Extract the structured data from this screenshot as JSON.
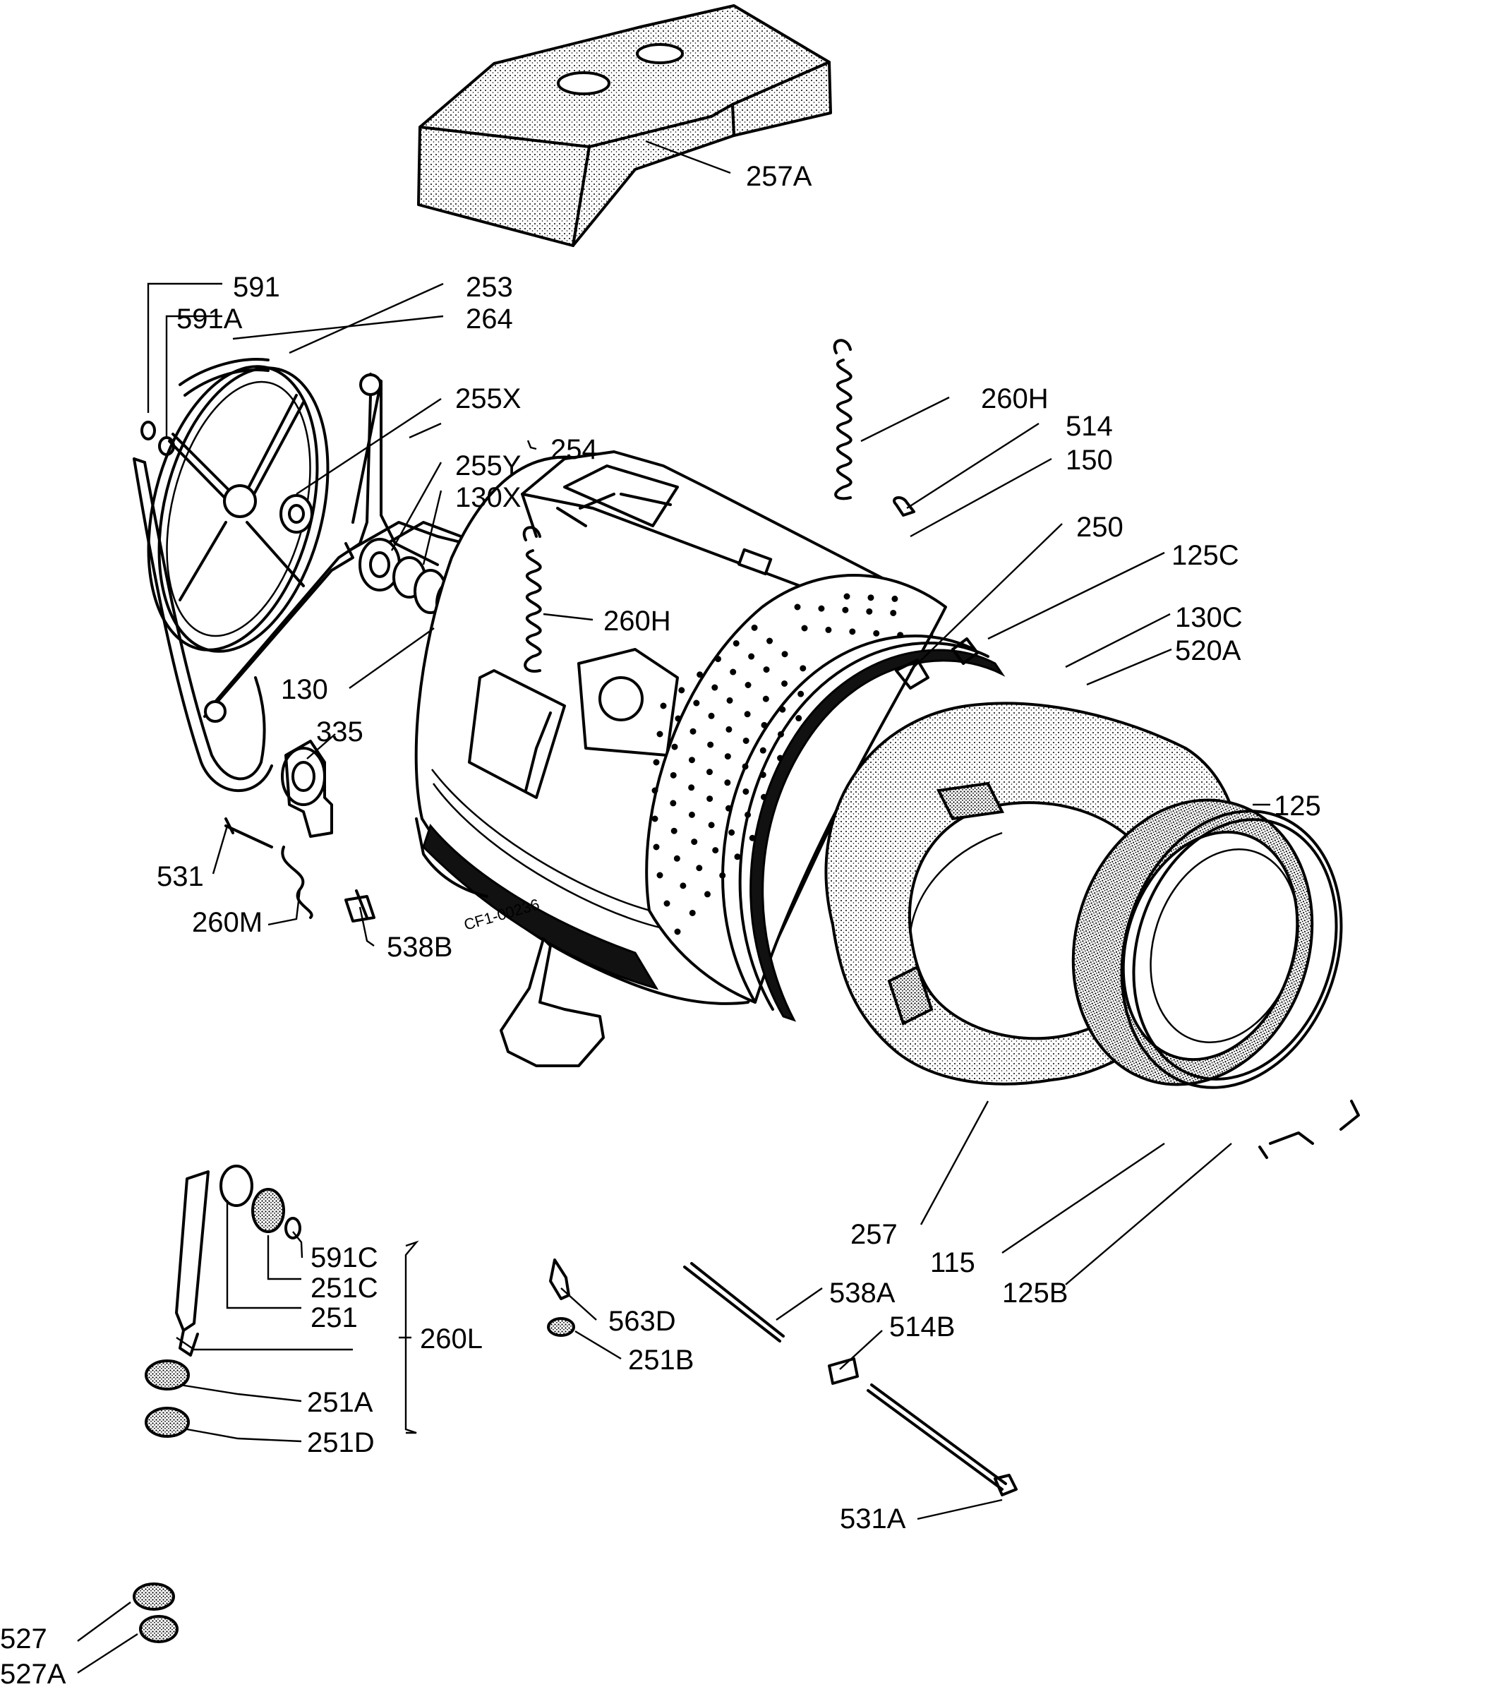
{
  "parts": [
    {
      "id": "p257a",
      "label": "257A"
    },
    {
      "id": "p591",
      "label": "591"
    },
    {
      "id": "p253",
      "label": "253"
    },
    {
      "id": "p591a",
      "label": "591A"
    },
    {
      "id": "p264",
      "label": "264"
    },
    {
      "id": "p255x",
      "label": "255X"
    },
    {
      "id": "p254",
      "label": "254"
    },
    {
      "id": "p255y",
      "label": "255Y"
    },
    {
      "id": "p130x",
      "label": "130X"
    },
    {
      "id": "p260h_top",
      "label": "260H"
    },
    {
      "id": "p514",
      "label": "514"
    },
    {
      "id": "p150",
      "label": "150"
    },
    {
      "id": "p250",
      "label": "250"
    },
    {
      "id": "p125c",
      "label": "125C"
    },
    {
      "id": "p260h_mid",
      "label": "260H"
    },
    {
      "id": "p130c",
      "label": "130C"
    },
    {
      "id": "p520a",
      "label": "520A"
    },
    {
      "id": "p130",
      "label": "130"
    },
    {
      "id": "p335",
      "label": "335"
    },
    {
      "id": "p125",
      "label": "125"
    },
    {
      "id": "p531",
      "label": "531"
    },
    {
      "id": "p260m",
      "label": "260M"
    },
    {
      "id": "p538b",
      "label": "538B"
    },
    {
      "id": "p257",
      "label": "257"
    },
    {
      "id": "p115",
      "label": "115"
    },
    {
      "id": "p125b",
      "label": "125B"
    },
    {
      "id": "p591c",
      "label": "591C"
    },
    {
      "id": "p251c",
      "label": "251C"
    },
    {
      "id": "p251",
      "label": "251"
    },
    {
      "id": "p260l",
      "label": "260L"
    },
    {
      "id": "p251a",
      "label": "251A"
    },
    {
      "id": "p251d",
      "label": "251D"
    },
    {
      "id": "p538a",
      "label": "538A"
    },
    {
      "id": "p563d",
      "label": "563D"
    },
    {
      "id": "p514b",
      "label": "514B"
    },
    {
      "id": "p251b",
      "label": "251B"
    },
    {
      "id": "p531a",
      "label": "531A"
    },
    {
      "id": "p527",
      "label": "527"
    },
    {
      "id": "p527a",
      "label": "527A"
    }
  ],
  "stamp": "CF1-00236"
}
